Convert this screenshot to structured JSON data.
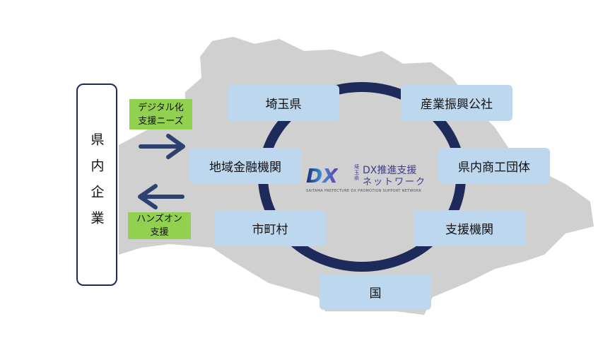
{
  "company": "県内企業",
  "needs_label": [
    "デジタル化",
    "支援ニーズ"
  ],
  "support_label": [
    "ハンズオン",
    "支援"
  ],
  "nodes": {
    "saitama": "埼玉県",
    "sangyo": "産業振興公社",
    "finance": "地域金融機関",
    "commerce": "県内商工団体",
    "municipal": "市町村",
    "support": "支援機関",
    "national": "国"
  },
  "logo": {
    "mark": "DX",
    "pref": "埼玉県",
    "title": "DX推進支援",
    "subtitle": "ネットワーク",
    "english": "SAITAMA PREFECTURE DX PROMOTION SUPPORT NETWORK"
  },
  "colors": {
    "map": "#d0d0d0",
    "ring": "#1e2a5a",
    "node": "#bdd7ee",
    "label": "#92d050",
    "arrow": "#2e4272"
  }
}
